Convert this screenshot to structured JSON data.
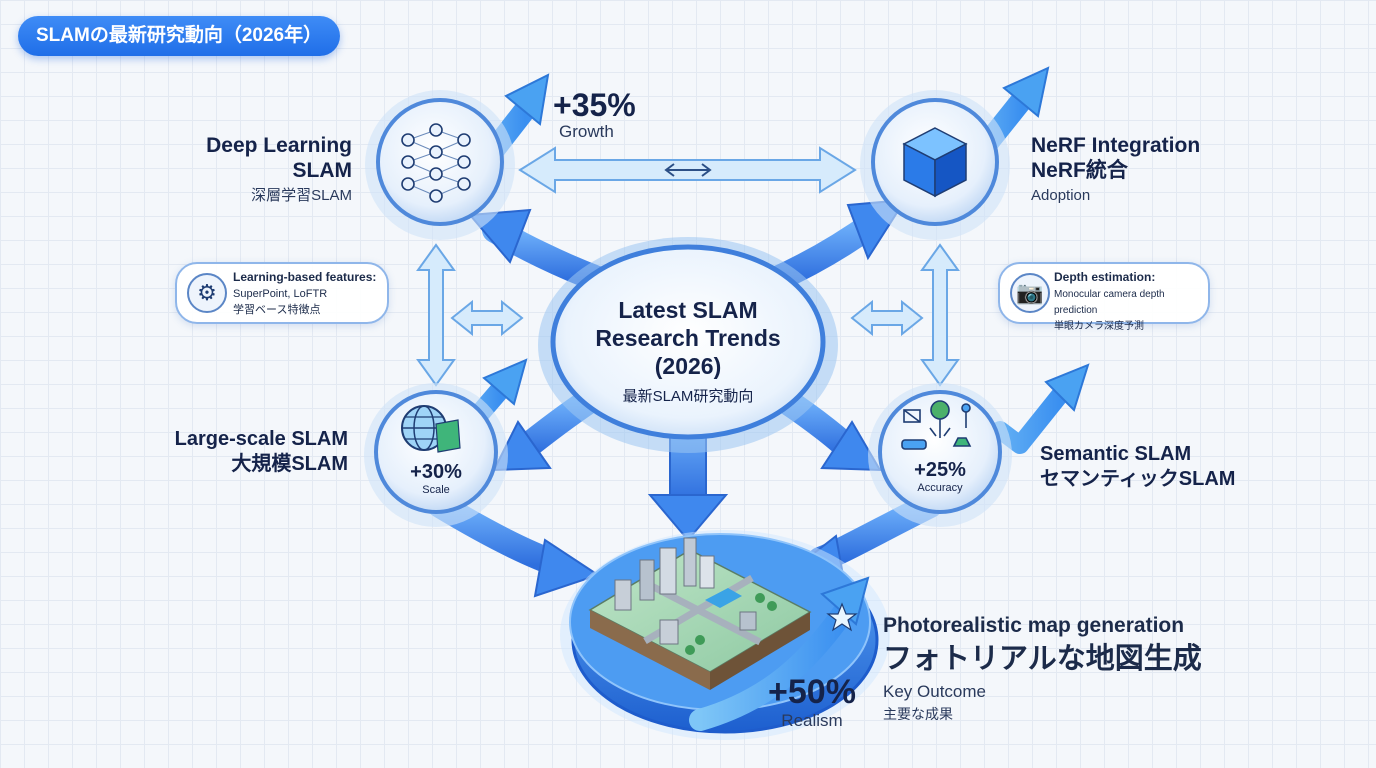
{
  "header": {
    "tag": "SLAMの最新研究動向（2026年）"
  },
  "center": {
    "line1": "Latest SLAM",
    "line2": "Research Trends",
    "line3": "(2026)",
    "jp": "最新SLAM研究動向"
  },
  "deep_learning": {
    "title_line1": "Deep Learning",
    "title_line2": "SLAM",
    "jp": "深層学習SLAM",
    "pct": "+35%",
    "pct_label": "Growth",
    "icon": "neural-network-icon"
  },
  "nerf": {
    "title_line1": "NeRF Integration",
    "title_line2": "NeRF統合",
    "sub": "Adoption",
    "icon": "cube-icon"
  },
  "learning_features": {
    "title": "Learning-based features:",
    "line2": "SuperPoint, LoFTR",
    "jp": "学習ベース特徴点",
    "icon": "gear-icon"
  },
  "depth": {
    "title": "Depth estimation:",
    "line2": "Monocular camera depth prediction",
    "jp": "単眼カメラ深度予測",
    "icon": "camera-icon"
  },
  "large_scale": {
    "title_line1": "Large-scale SLAM",
    "title_line2": "大規模SLAM",
    "pct": "+30%",
    "pct_label": "Scale",
    "icon": "globe-icon"
  },
  "semantic": {
    "title_line1": "Semantic SLAM",
    "title_line2": "セマンティックSLAM",
    "pct": "+25%",
    "pct_label": "Accuracy",
    "icon": "scene-objects-icon"
  },
  "outcome": {
    "title_en": "Photorealistic map generation",
    "title_jp": "フォトリアルな地図生成",
    "sub": "Key Outcome",
    "jp": "主要な成果",
    "pct": "+50%",
    "pct_label": "Realism",
    "icon": "city-map-icon"
  },
  "colors": {
    "accent": "#2f7ff0",
    "arrow_light": "#9fd4f7",
    "node_fill": "#e9f2fd"
  }
}
